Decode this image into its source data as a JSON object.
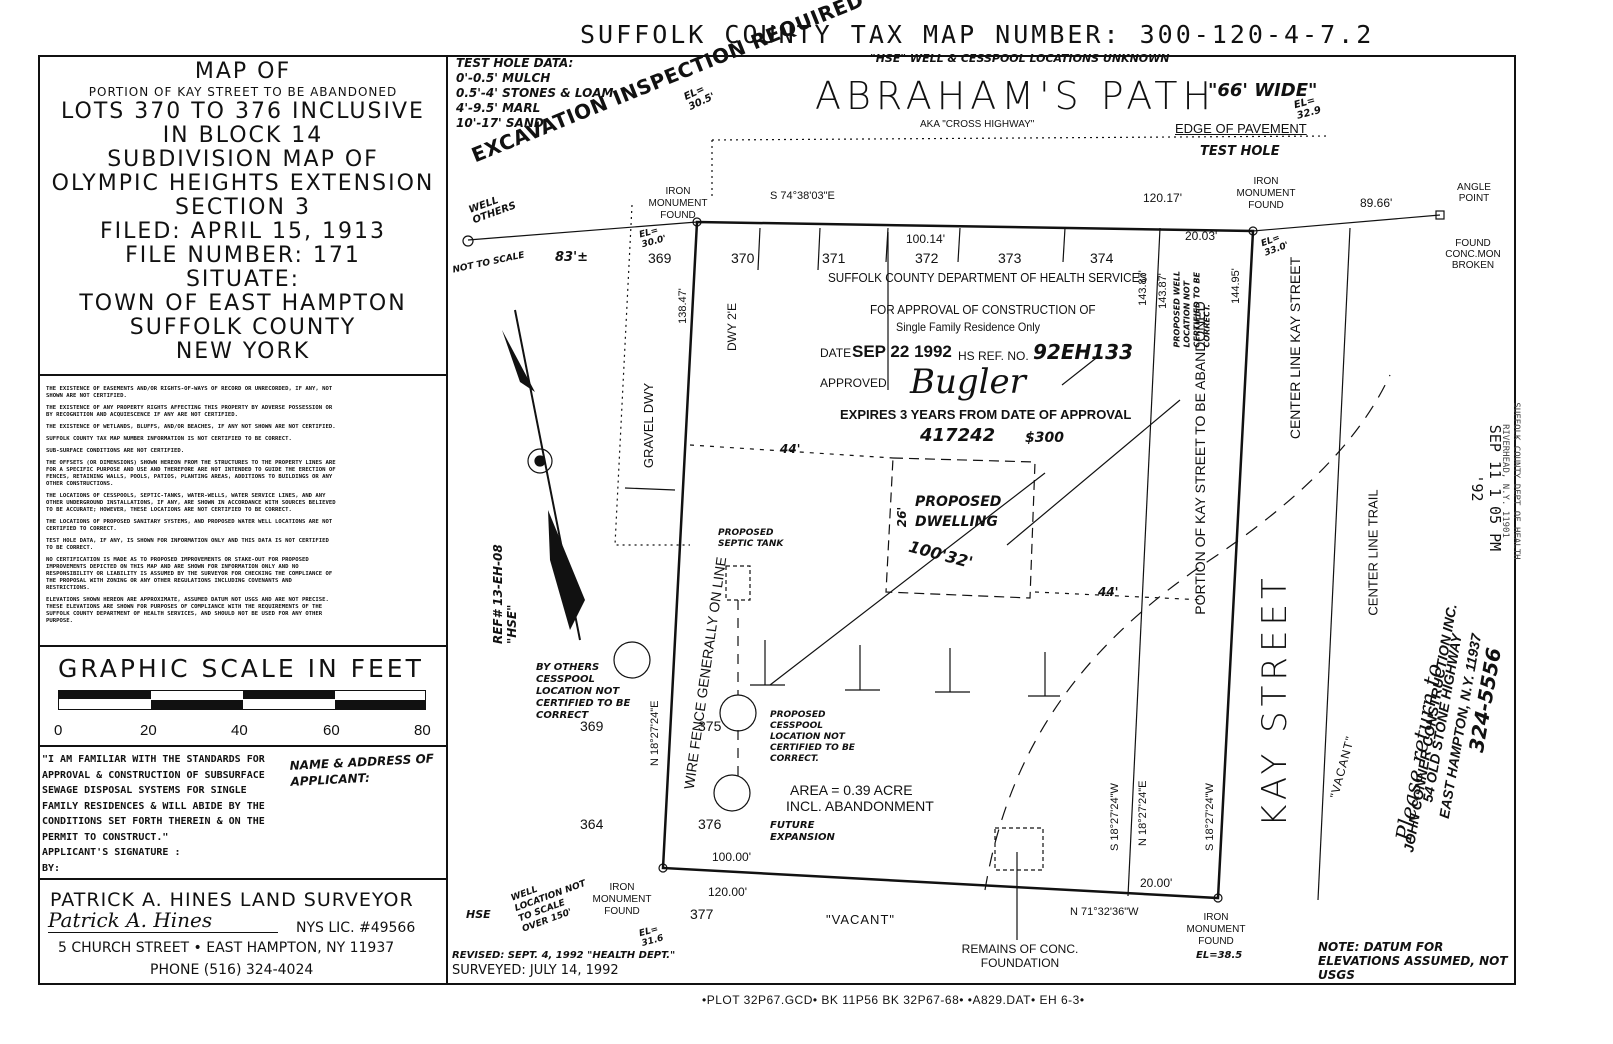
{
  "header": {
    "tax_map": "SUFFOLK COUNTY TAX MAP NUMBER: 300-120-4-7.2"
  },
  "title_block": {
    "lines": [
      "MAP OF",
      "PORTION OF KAY STREET TO BE ABANDONED",
      "LOTS 370 TO 376 INCLUSIVE",
      "IN BLOCK 14",
      "SUBDIVISION MAP OF",
      "OLYMPIC HEIGHTS EXTENSION",
      "SECTION 3",
      "FILED: APRIL 15, 1913",
      "FILE NUMBER: 171",
      "SITUATE:",
      "TOWN OF EAST HAMPTON",
      "SUFFOLK COUNTY",
      "NEW YORK"
    ]
  },
  "notes": [
    "THE EXISTENCE OF EASEMENTS AND/OR RIGHTS-OF-WAYS OF RECORD OR UNRECORDED, IF ANY, NOT SHOWN ARE NOT CERTIFIED.",
    "THE EXISTENCE OF ANY PROPERTY RIGHTS AFFECTING THIS PROPERTY BY ADVERSE POSSESSION OR BY RECOGNITION AND ACQUIESCENCE IF ANY ARE NOT CERTIFIED.",
    "THE EXISTENCE OF WETLANDS, BLUFFS, AND/OR BEACHES, IF ANY NOT SHOWN ARE NOT CERTIFIED.",
    "SUFFOLK COUNTY TAX MAP NUMBER INFORMATION IS NOT CERTIFIED TO BE CORRECT.",
    "SUB-SURFACE CONDITIONS ARE NOT CERTIFIED.",
    "THE OFFSETS (OR DIMENSIONS) SHOWN HEREON FROM THE STRUCTURES TO THE PROPERTY LINES ARE FOR A SPECIFIC PURPOSE AND USE AND THEREFORE ARE NOT INTENDED TO GUIDE THE ERECTION OF FENCES, RETAINING WALLS, POOLS, PATIOS, PLANTING AREAS, ADDITIONS TO BUILDINGS OR ANY OTHER CONSTRUCTIONS.",
    "THE LOCATIONS OF CESSPOOLS, SEPTIC-TANKS, WATER-WELLS, WATER SERVICE LINES, AND ANY OTHER UNDERGROUND INSTALLATIONS, IF ANY, ARE SHOWN IN ACCORDANCE WITH SOURCES BELIEVED TO BE ACCURATE; HOWEVER, THESE LOCATIONS ARE NOT CERTIFIED TO BE CORRECT.",
    "THE LOCATIONS OF PROPOSED SANITARY SYSTEMS, AND PROPOSED WATER WELL LOCATIONS ARE NOT CERTIFIED TO CORRECT.",
    "TEST HOLE DATA, IF ANY, IS SHOWN FOR INFORMATION ONLY AND THIS DATA IS NOT CERTIFIED TO BE CORRECT.",
    "NO CERTIFICATION IS MADE AS TO PROPOSED IMPROVEMENTS OR STAKE-OUT FOR PROPOSED IMPROVEMENTS DEPICTED ON THIS MAP AND ARE SHOWN FOR INFORMATION ONLY AND NO RESPONSIBILITY OR LIABILITY IS ASSUMED BY THE SURVEYOR FOR CHECKING THE COMPLIANCE OF THE PROPOSAL WITH ZONING OR ANY OTHER REGULATIONS INCLUDING COVENANTS AND RESTRICTIONS.",
    "ELEVATIONS SHOWN HEREON ARE APPROXIMATE, ASSUMED DATUM NOT USGS AND ARE NOT PRECISE. THESE ELEVATIONS ARE SHOWN FOR PURPOSES OF COMPLIANCE WITH THE REQUIREMENTS OF THE SUFFOLK COUNTY DEPARTMENT OF HEALTH SERVICES, AND SHOULD NOT BE USED FOR ANY OTHER PURPOSE."
  ],
  "scale": {
    "title": "GRAPHIC SCALE IN FEET",
    "ticks": [
      "0",
      "20",
      "40",
      "60",
      "80"
    ]
  },
  "applicant": {
    "lines": [
      "\"I AM FAMILIAR WITH THE STANDARDS FOR",
      "APPROVAL & CONSTRUCTION OF SUBSURFACE",
      "SEWAGE DISPOSAL SYSTEMS FOR SINGLE",
      "FAMILY RESIDENCES & WILL ABIDE BY THE",
      "CONDITIONS SET FORTH THEREIN & ON THE",
      "PERMIT TO CONSTRUCT.\"",
      "APPLICANT'S SIGNATURE :",
      "BY:"
    ],
    "name_label": "NAME & ADDRESS OF APPLICANT:"
  },
  "surveyor": {
    "name": "PATRICK A. HINES LAND SURVEYOR",
    "signature": "Patrick A. Hines",
    "license": "NYS LIC. #49566",
    "address": "5 CHURCH STREET • EAST HAMPTON, NY 11937",
    "phone": "PHONE (516) 324-4024"
  },
  "test_hole": {
    "lines": [
      "TEST HOLE DATA:",
      "0'-0.5' MULCH",
      "0.5'-4' STONES & LOAM",
      "4'-9.5' MARL",
      "10'-17' SAND"
    ]
  },
  "map": {
    "road_name": "ABRAHAM'S PATH",
    "road_width": "\"66' WIDE\"",
    "aka": "AKA \"CROSS HIGHWAY\"",
    "edge_pavement": "EDGE OF PAVEMENT",
    "hse_note": "\"HSE\" WELL & CESSPOOL LOCATIONS UNKNOWN",
    "excavation": "EXCAVATION INSPECTION REQUIRED",
    "test_hole_label": "TEST HOLE",
    "el_top_left": "EL= 30.5'",
    "el_top_right": "EL= 32.9",
    "iron_monument_found": "IRON MONUMENT FOUND",
    "bearing_north": "S 74°38'03\"E",
    "dist_north_right": "120.17'",
    "dist_east_ext": "89.66'",
    "angle_point": "ANGLE POINT",
    "found_conc": "FOUND CONC.MON BROKEN",
    "dist_100_14": "100.14'",
    "dist_20_03": "20.03'",
    "dist_144_95": "144.95'",
    "dist_143_87a": "143.87'",
    "dist_143_87b": "143.87'",
    "dist_138_47": "138.47'",
    "el_30_0": "EL= 30.0'",
    "el_33_0": "EL= 33.0'",
    "well_others": "WELL OTHERS",
    "not_to_scale": "NOT TO SCALE",
    "dist_83": "83'±",
    "lots_top": [
      "369",
      "370",
      "371",
      "372",
      "373",
      "374"
    ],
    "dwy": "DWY 2'E",
    "gravel_dwy": "GRAVEL DWY",
    "health_dept": "SUFFOLK COUNTY DEPARTMENT OF HEALTH SERVICES",
    "approval": "FOR APPROVAL OF CONSTRUCTION OF",
    "single_family": "Single Family Residence Only",
    "date_label": "DATE",
    "date_value": "SEP 22 1992",
    "hs_ref": "HS REF. NO.",
    "hs_ref_value": "92EH133",
    "approved_label": "APPROVED",
    "approved_sig": "Bugler",
    "expires": "EXPIRES 3 YEARS FROM DATE OF APPROVAL",
    "permit_no": "417242",
    "permit_fee": "$300",
    "proposed_dwelling": "PROPOSED DWELLING",
    "dwelling_dim": "100'32'",
    "dist_44a": "44'",
    "dist_44b": "44'",
    "dist_26": "26'",
    "proposed_septic": "PROPOSED SEPTIC TANK",
    "proposed_cesspool": "PROPOSED CESSPOOL LOCATION NOT CERTIFIED TO BE CORRECT.",
    "future_expansion": "FUTURE EXPANSION",
    "by_others_cesspool": "BY OTHERS CESSPOOL LOCATION NOT CERTIFIED TO BE CORRECT",
    "area": "AREA = 0.39 ACRE",
    "incl_abandonment": "INCL. ABANDONMENT",
    "lots_left": [
      "369",
      "375",
      "364",
      "376",
      "377"
    ],
    "wire_fence": "WIRE FENCE GENERALLY ON LINE",
    "bearing_west": "N 18°27'24\"E",
    "bearing_kay1": "S 18°27'24\"W",
    "bearing_kay2": "N 18°27'24\"E",
    "bearing_kay3": "S 18°27'24\"W",
    "portion_kay": "PORTION OF KAY STREET TO BE ABANDONED",
    "proposed_well": "PROPOSED WELL LOCATION NOT CERTIFIED TO BE CORRECT.",
    "center_line_kay": "CENTER LINE KAY STREET",
    "kay_street": "KAY STREET",
    "center_line_trail": "CENTER LINE TRAIL",
    "vacant_right": "\"VACANT\"",
    "vacant_bottom": "\"VACANT\"",
    "dist_100_00": "100.00'",
    "dist_120_00": "120.00'",
    "dist_20_00": "20.00'",
    "bearing_south": "N 71°32'36\"W",
    "remains": "REMAINS OF CONC. FOUNDATION",
    "el_31_6": "EL= 31.6",
    "el_38_5": "EL=38.5",
    "hse": "HSE",
    "well_location": "WELL LOCATION NOT TO SCALE OVER 150'",
    "ref": "REF# 13-EH-08 \"HSE\"",
    "return_to": "Please return to",
    "contractor": "JOHN CONNER CONSTRUCTION INC.",
    "contractor_addr1": "54 OLD STONE HIGHWAY",
    "contractor_addr2": "EAST HAMPTON, N.Y. 11937",
    "contractor_phone": "324-5556",
    "stamp_date": "SEP 11 1 05 PM '92",
    "stamp_dept": "SUFFOLK COUNTY DEPT OF HEALTH RIVERHEAD, N.Y. 11901",
    "datum_note": "NOTE: DATUM FOR ELEVATIONS ASSUMED, NOT USGS",
    "revised": "REVISED: SEPT. 4, 1992 \"HEALTH DEPT.\"",
    "surveyed": "SURVEYED: JULY 14, 1992"
  },
  "footer": {
    "plot": "•PLOT 32P67.GCD• BK 11P56 BK 32P67-68• •A829.DAT• EH 6-3•"
  }
}
